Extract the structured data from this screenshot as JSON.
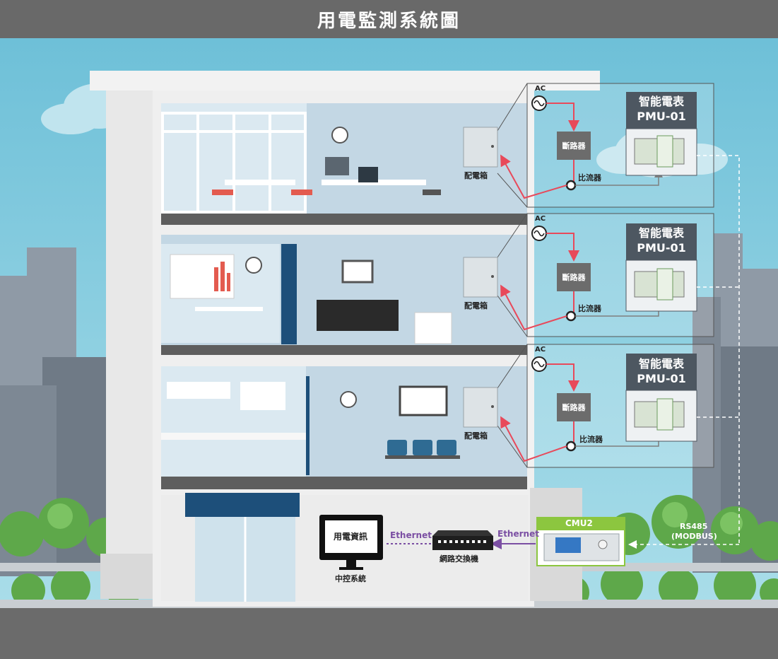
{
  "title": "用電監測系統圖",
  "floors": [
    {
      "panel_label": "配電箱",
      "ac": "AC",
      "breaker": "斷路器",
      "ct": "比流器",
      "meter_title": "智能電表",
      "meter_model": "PMU-01"
    },
    {
      "panel_label": "配電箱",
      "ac": "AC",
      "breaker": "斷路器",
      "ct": "比流器",
      "meter_title": "智能電表",
      "meter_model": "PMU-01"
    },
    {
      "panel_label": "配電箱",
      "ac": "AC",
      "breaker": "斷路器",
      "ct": "比流器",
      "meter_title": "智能電表",
      "meter_model": "PMU-01"
    }
  ],
  "ground": {
    "monitor_label": "用電資訊",
    "central_label": "中控系統",
    "ethernet_1": "Ethernet",
    "ethernet_2": "Ethernet",
    "switch_label": "網路交換機",
    "cmu_label": "CMU2",
    "rs485": "RS485",
    "modbus": "(MODBUS)"
  },
  "colors": {
    "power_line": "#e8495a",
    "signal_line": "#7f7f7f",
    "ethernet_line": "#7b4fa3",
    "rs485_line": "#ffffff",
    "cmu_frame": "#8cc63f",
    "meter_header": "#4d5761",
    "title_bar": "#696969"
  },
  "icons": [
    "ac-source-icon",
    "current-transformer-icon",
    "breaker-icon",
    "meter-device-icon",
    "monitor-icon",
    "network-switch-icon",
    "cmu-device-icon"
  ]
}
